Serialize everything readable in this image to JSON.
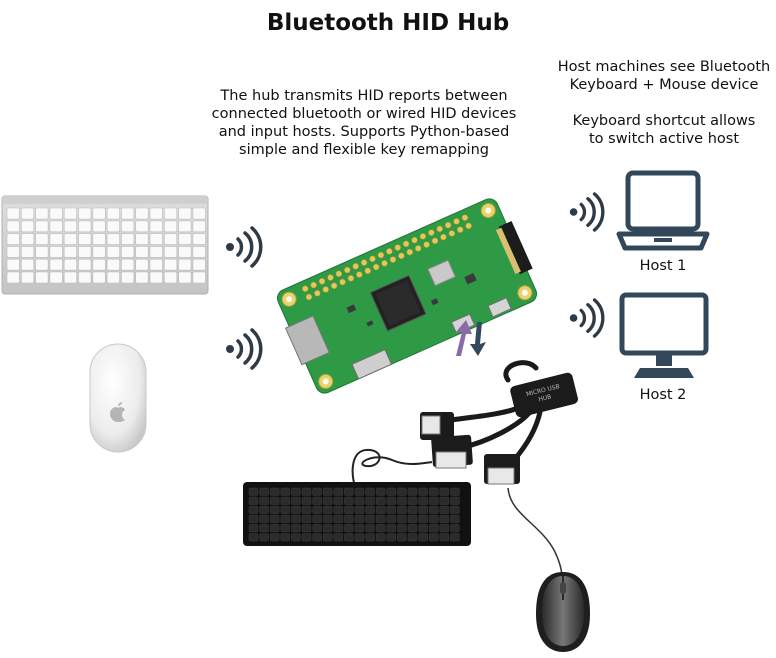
{
  "title": "Bluetooth HID Hub",
  "description": [
    "The hub transmits HID reports between",
    "connected bluetooth or wired HID devices",
    "and input hosts. Supports Python-based",
    "simple and flexible key remapping"
  ],
  "host_note": [
    "Host machines see Bluetooth",
    "Keyboard + Mouse device"
  ],
  "switch_note": [
    "Keyboard shortcut allows",
    "to switch active host"
  ],
  "hosts": [
    {
      "label": "Host 1"
    },
    {
      "label": "Host 2"
    }
  ],
  "usb_hub_label": [
    "MICRO USB",
    "HUB"
  ],
  "colors": {
    "pcb": "#2f9a45",
    "wave": "#2e3b46",
    "arrow_up": "#8a6aa8",
    "arrow_down": "#34495e"
  }
}
